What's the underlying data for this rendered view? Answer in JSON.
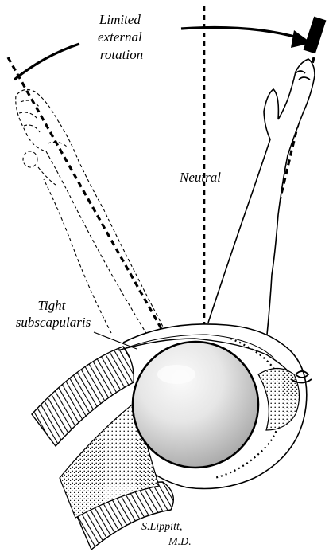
{
  "figure": {
    "labels": {
      "limited_line1": "Limited",
      "limited_line2": "external",
      "limited_line3": "rotation",
      "neutral": "Neutral",
      "tight_line1": "Tight",
      "tight_line2": "subscapularis",
      "signature_line1": "S.Lippitt,",
      "signature_line2": "M.D."
    },
    "colors": {
      "ink": "#000000",
      "paper": "#ffffff",
      "ball_light": "#f4f4f4",
      "ball_mid": "#d8d8d8",
      "ball_dark": "#9a9a9a",
      "muscle_fill": "#bdbdbd"
    }
  }
}
